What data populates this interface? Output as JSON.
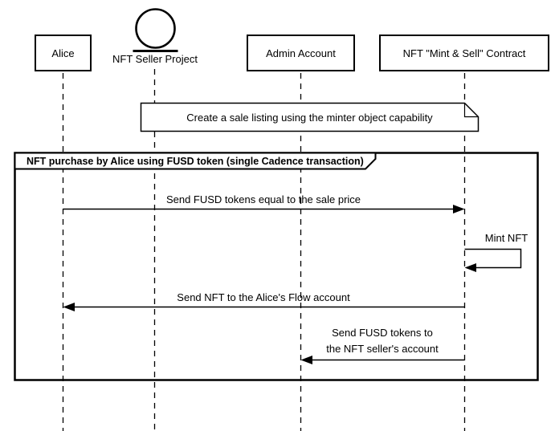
{
  "diagram": {
    "type": "uml-sequence-diagram",
    "participants": [
      {
        "name": "Alice",
        "kind": "participant"
      },
      {
        "name": "NFT Seller Project",
        "kind": "entity"
      },
      {
        "name": "Admin Account",
        "kind": "participant"
      },
      {
        "name": "NFT \"Mint & Sell\" Contract",
        "kind": "participant"
      }
    ],
    "note": {
      "text": "Create a sale listing using the minter object capability"
    },
    "frame": {
      "label": "NFT purchase by Alice using FUSD token (single Cadence transaction)"
    },
    "messages": [
      {
        "from": "Alice",
        "to": "NFT \"Mint & Sell\" Contract",
        "label": "Send FUSD tokens equal to the sale price"
      },
      {
        "from": "NFT \"Mint & Sell\" Contract",
        "to": "NFT \"Mint & Sell\" Contract",
        "self": true,
        "label": "Mint NFT"
      },
      {
        "from": "NFT \"Mint & Sell\" Contract",
        "to": "Alice",
        "label": "Send NFT to the Alice's Flow account"
      },
      {
        "from": "NFT \"Mint & Sell\" Contract",
        "to": "Admin Account",
        "label": "Send FUSD tokens to\nthe NFT seller's account"
      }
    ],
    "colors": {
      "stroke": "#000000",
      "background": "#ffffff"
    }
  }
}
